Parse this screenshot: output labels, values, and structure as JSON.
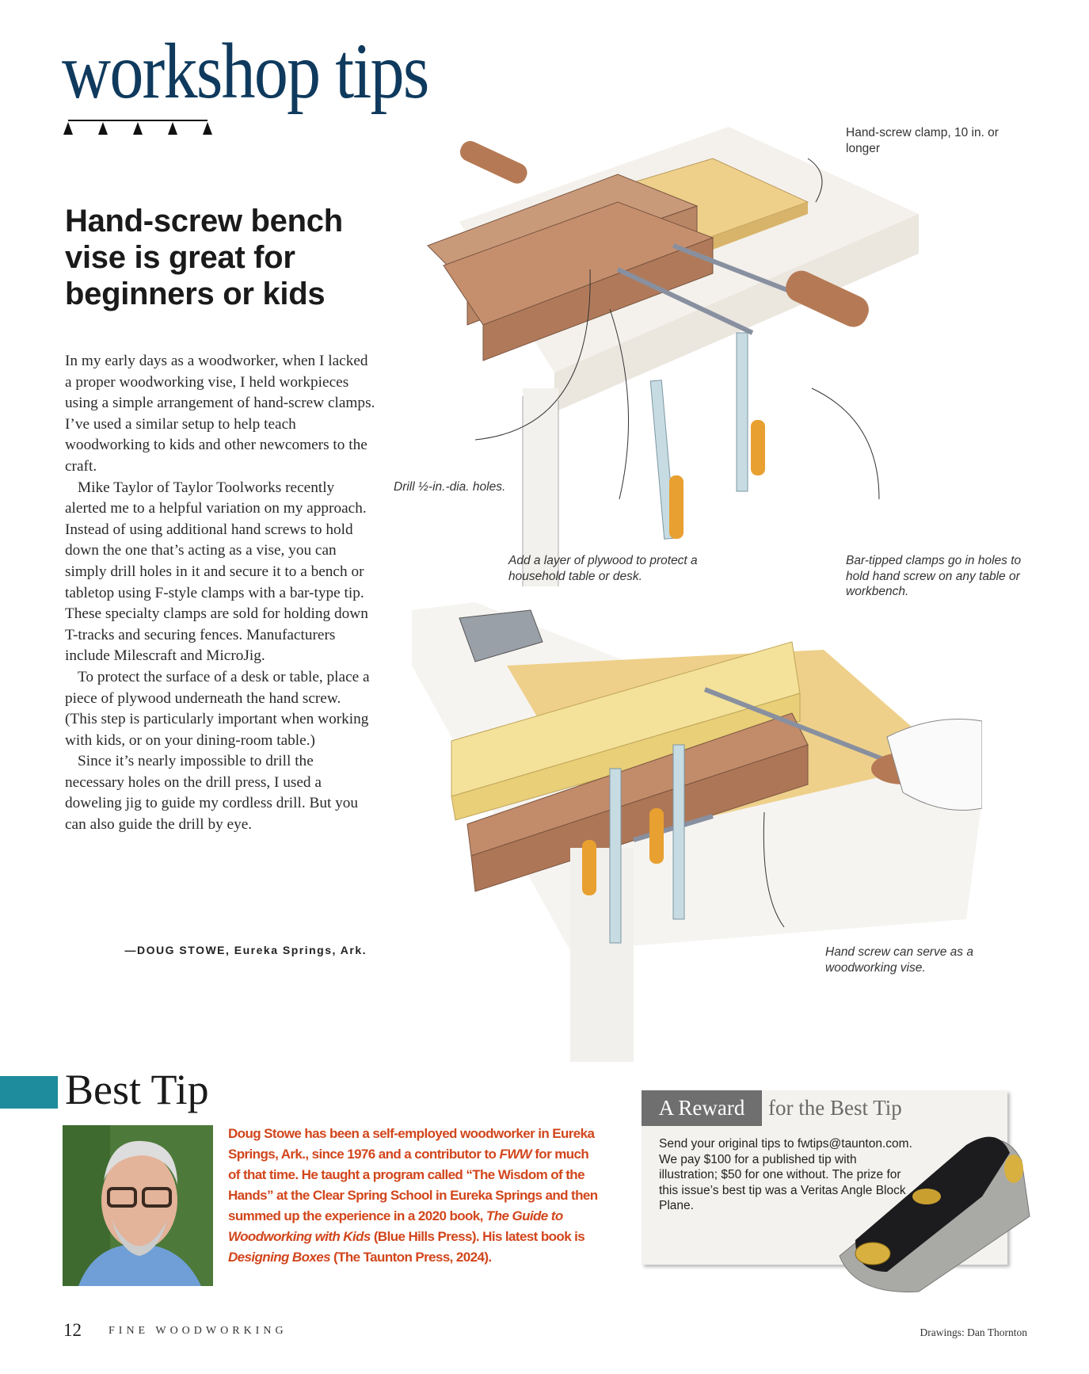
{
  "header": {
    "department": "workshop tips"
  },
  "article": {
    "headline": "Hand-screw bench vise is great for beginners or kids",
    "paragraphs": [
      "In my early days as a woodworker, when I lacked a proper woodworking vise, I held workpieces using a simple arrangement of hand-screw clamps. I’ve used a similar setup to help teach woodworking to kids and other newcomers to the craft.",
      "Mike Taylor of Taylor Toolworks recently alerted me to a helpful variation on my approach. Instead of using additional hand screws to hold down the one that’s acting as a vise, you can simply drill holes in it and secure it to a bench or tabletop using F-style clamps with a bar-type tip. These specialty clamps are sold for holding down T-tracks and securing fences. Manufacturers include Milescraft and MicroJig.",
      "To protect the surface of a desk or table, place a piece of plywood underneath the hand screw. (This step is particularly important when working with kids, or on your dining-room table.)",
      "Since it’s nearly impossible to drill the necessary holes on the drill press, I used a doweling jig to guide my cordless drill. But you can also guide the drill by eye."
    ],
    "attribution": "—DOUG STOWE, Eureka Springs, Ark."
  },
  "illustration_labels": {
    "hand_screw_clamp": "Hand-screw clamp, 10 in. or longer",
    "drill_holes": "Drill ½-in.-dia. holes.",
    "plywood": "Add a layer of plywood to protect a household table or desk.",
    "bar_tipped": "Bar-tipped clamps go in holes to hold hand screw on any table or workbench.",
    "vise": "Hand screw can serve as a woodworking vise."
  },
  "best_tip": {
    "title": "Best Tip",
    "bio_parts": [
      "Doug Stowe has been a self-employed woodworker in Eureka Springs, Ark., since 1976 and a contributor to ",
      "FWW",
      " for much of that time. He taught a program called “The Wisdom of the Hands” at the Clear Spring School in Eureka Springs and then summed up the experience in a 2020 book, ",
      "The Guide to Woodworking with Kids",
      " (Blue Hills Press). His latest book is ",
      "Designing Boxes",
      " (The Taunton Press, 2024)."
    ]
  },
  "reward": {
    "title": "A Reward",
    "subtitle": "for the Best Tip",
    "text": "Send your original tips to fwtips@taunton.com. We pay $100 for a published tip with illustration; $50 for one without. The prize for this issue’s best tip was a Veritas Angle Block Plane."
  },
  "footer": {
    "page_number": "12",
    "magazine": "FINE WOODWORKING",
    "credit": "Drawings: Dan Thornton"
  },
  "colors": {
    "title_blue": "#0f3a5e",
    "teal": "#1e8c9c",
    "bio_orange": "#d2461c"
  }
}
